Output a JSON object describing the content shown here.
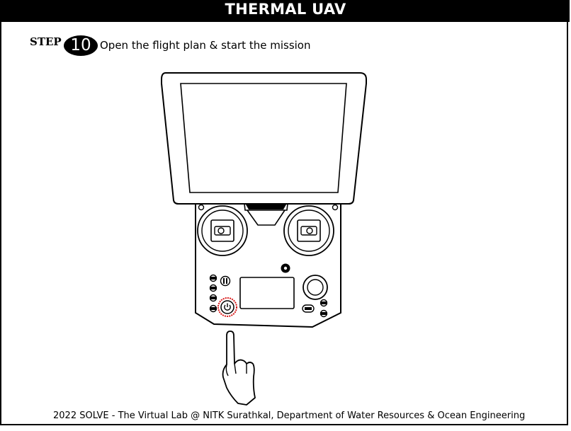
{
  "header": {
    "title": "THERMAL UAV"
  },
  "step": {
    "label": "STEP",
    "number": "10",
    "instruction": "Open the flight plan & start the mission"
  },
  "footer": {
    "text": "2022 SOLVE - The Virtual Lab @ NITK Surathkal, Department of Water Resources & Ocean Engineering"
  },
  "highlight_color": "#d81b1b",
  "icons": [
    "power-icon",
    "pointing-hand-icon",
    "pause-icon",
    "camera-icon"
  ]
}
